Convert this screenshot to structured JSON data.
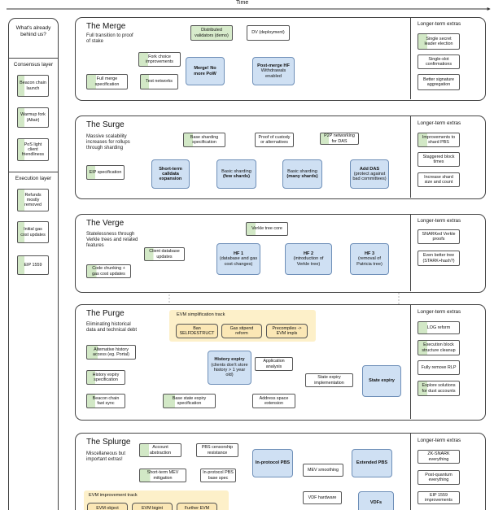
{
  "time_label": "Time",
  "left_column": {
    "title": "What's already behind us?",
    "consensus_header": "Consensus layer",
    "consensus_items": [
      "Beacon chain launch",
      "Warmup fork (Altair)",
      "PoS light client friendliness"
    ],
    "execution_header": "Execution layer",
    "execution_items": [
      "Refunds mostly removed",
      "Initial gas cost updates",
      "EIP 1559"
    ]
  },
  "extras_header": "Longer-term extras",
  "merge": {
    "title": "The Merge",
    "desc": "Full transition to proof of stake",
    "distributed_validators": "Distributed validators (demo)",
    "dv": "DV (deployment)",
    "fork_choice": "Fork choice improvements",
    "full_merge_spec": "Full merge specification",
    "test_networks": "Test networks",
    "merge_node": "Merge! No more PoW",
    "post_merge": "Post-merge HF",
    "post_merge_sub": "Withdrawals enabled",
    "extras": [
      "Single secret leader election",
      "Single-slot confirmations",
      "Better signature aggregation"
    ]
  },
  "surge": {
    "title": "The Surge",
    "desc": "Massive scalability increases for rollups through sharding",
    "base_sharding_spec": "Base sharding specification",
    "proof_custody": "Proof of custody or alternatives",
    "p2p_das": "P2P networking for DAS",
    "eip_spec": "EIP specification",
    "short_term": "Short-term calldata expansion",
    "basic_few": "Basic sharding",
    "basic_few_sub": "(few shards)",
    "basic_many": "Basic sharding",
    "basic_many_sub": "(many shards)",
    "add_das": "Add DAS",
    "add_das_sub": "(protect against bad committees)",
    "extras": [
      "Improvements to shard PBS",
      "Staggered block times",
      "Increase shard size and count"
    ]
  },
  "verge": {
    "title": "The Verge",
    "desc": "Statelessness through Verkle trees and related features",
    "verkle_core": "Verkle tree core",
    "client_db": "Client database updates",
    "code_chunking": "Code chunking + gas cost updates",
    "hf1": "HF 1",
    "hf1_sub": "(database and gas cost changes)",
    "hf2": "HF 2",
    "hf2_sub": "(introduction of Verkle tree)",
    "hf3": "HF 3",
    "hf3_sub": "(removal of Patricia tree)",
    "extras": [
      "SNARKed Verkle proofs",
      "Even better tree (STARK+hash?)"
    ]
  },
  "purge": {
    "title": "The Purge",
    "desc": "Eliminating historical data and technical debt",
    "evm_track": "EVM simplification track",
    "ban_selfdestruct": "Ban SELFDESTRUCT",
    "gas_stipend": "Gas stipend reform",
    "precompiles": "Precompiles -> EVM impls",
    "alt_history": "Alternative history access (eg. Portal)",
    "history_expiry_spec": "History expiry specification",
    "beacon_fast_sync": "Beacon chain fast sync",
    "history_expiry": "History expiry",
    "history_expiry_sub": "(clients don't store history > 1 year old)",
    "app_analysis": "Application analysis",
    "state_expiry_impl": "State expiry implementation",
    "base_state_spec": "Base state expiry specification",
    "address_space": "Address space extension",
    "state_expiry": "State expiry",
    "extras": [
      "LOG reform",
      "Execution block structure cleanup",
      "Fully remove RLP",
      "Explore solutions for dust accounts"
    ]
  },
  "splurge": {
    "title": "The Splurge",
    "desc": "Miscellaneous but important extras!",
    "account_abstraction": "Account abstraction",
    "pbs_censorship": "PBS censorship resistance",
    "short_term_mev": "Short-term MEV mitigation",
    "in_protocol_pbs_spec": "In-protocol PBS base spec",
    "in_protocol_pbs": "In-protocol PBS",
    "mev_smoothing": "MEV smoothing",
    "extended_pbs": "Extended PBS",
    "evm_track": "EVM improvement track",
    "evm_object": "EVM object",
    "evm_bigint": "EVM bigint",
    "further_evm": "Further EVM",
    "vdf_hardware": "VDF hardware",
    "vdfs": "VDFs",
    "extras": [
      "ZK-SNARK everything",
      "Post-quantum everything",
      "EIP 1559 improvements"
    ]
  }
}
